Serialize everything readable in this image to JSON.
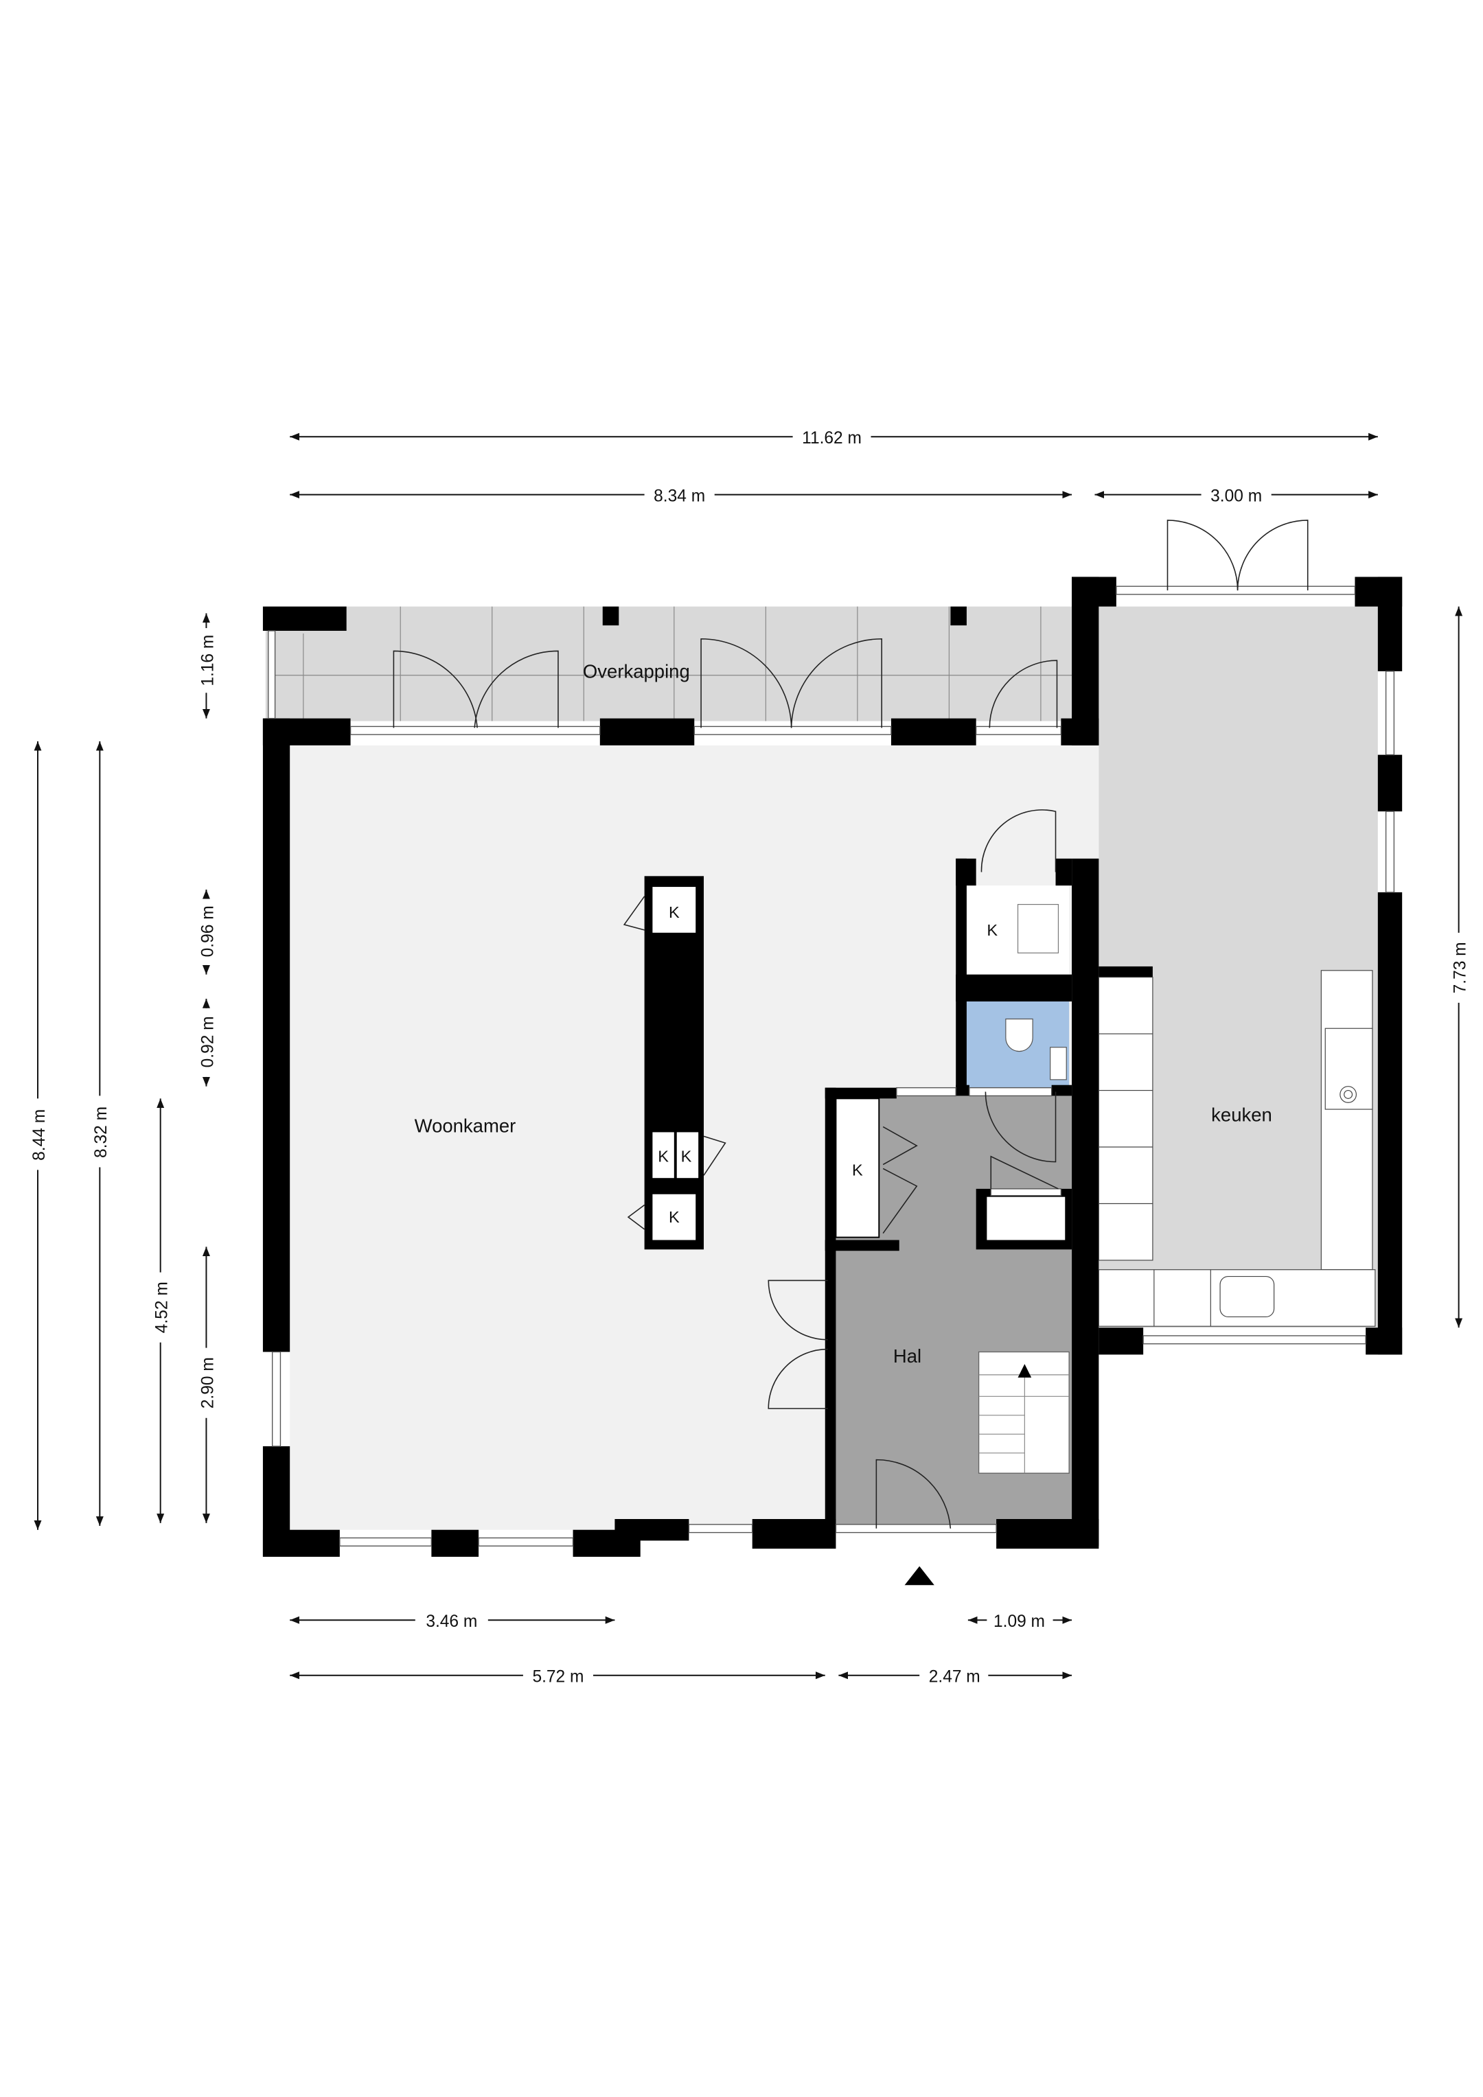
{
  "plan": {
    "rooms": {
      "overkapping": "Overkapping",
      "woonkamer": "Woonkamer",
      "keuken": "keuken",
      "hal": "Hal"
    },
    "closet_label": "K",
    "dimensions": {
      "total_width": "11.62 m",
      "main_width": "8.34 m",
      "kitchen_width": "3.00 m",
      "height_844": "8.44 m",
      "height_832": "8.32 m",
      "height_452": "4.52 m",
      "height_290": "2.90 m",
      "overkapping_depth": "1.16 m",
      "closet_depth": "0.96 m",
      "toilet_depth": "0.92 m",
      "kitchen_depth": "7.73 m",
      "bottom_346": "3.46 m",
      "bottom_109": "1.09 m",
      "bottom_572": "5.72 m",
      "bottom_247": "2.47 m"
    },
    "colors": {
      "living": "#f1f1f1",
      "covered": "#d9d9d9",
      "kitchen": "#d9d9d9",
      "hall": "#a3a3a3",
      "toilet": "#a4c2e4",
      "wall": "#000000"
    }
  }
}
